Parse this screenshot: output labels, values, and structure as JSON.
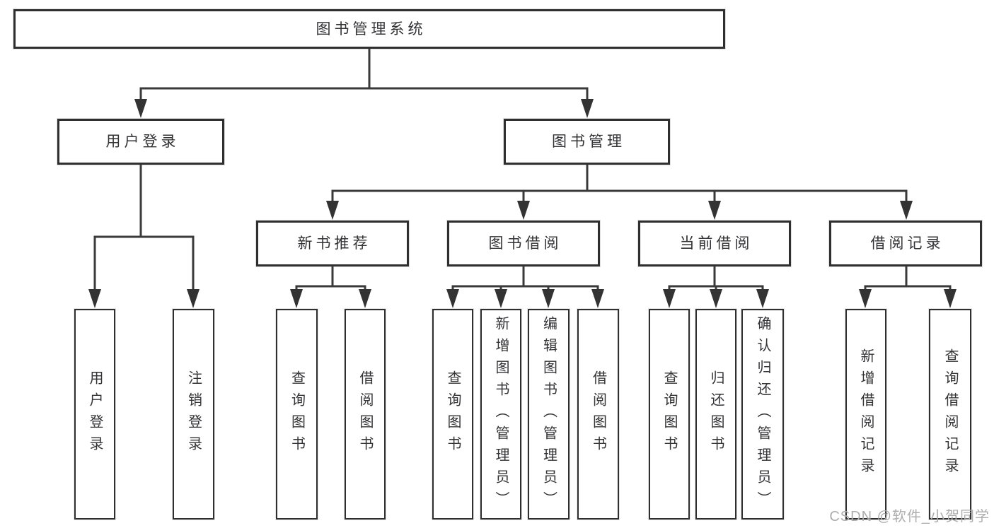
{
  "diagram": {
    "root": {
      "label": "图书管理系统"
    },
    "branches": [
      {
        "label": "用户登录",
        "children": [
          {
            "label": "用户登录"
          },
          {
            "label": "注销登录"
          }
        ]
      },
      {
        "label": "图书管理",
        "children": [
          {
            "label": "新书推荐",
            "children": [
              {
                "label": "查询图书"
              },
              {
                "label": "借阅图书"
              }
            ]
          },
          {
            "label": "图书借阅",
            "children": [
              {
                "label": "查询图书"
              },
              {
                "label": "新增图书（管理员）"
              },
              {
                "label": "编辑图书（管理员）"
              },
              {
                "label": "借阅图书"
              }
            ]
          },
          {
            "label": "当前借阅",
            "children": [
              {
                "label": "查询图书"
              },
              {
                "label": "归还图书"
              },
              {
                "label": "确认归还（管理员）"
              }
            ]
          },
          {
            "label": "借阅记录",
            "children": [
              {
                "label": "新增借阅记录"
              },
              {
                "label": "查询借阅记录"
              }
            ]
          }
        ]
      }
    ]
  },
  "watermark": {
    "text": "CSDN @软件_小贺同学"
  },
  "colors": {
    "line": "#3a3a3a",
    "box_border": "#2f2f2f",
    "box_fill": "#ffffff",
    "text": "#333336",
    "watermark": "#adadad",
    "background": "#ffffff"
  }
}
